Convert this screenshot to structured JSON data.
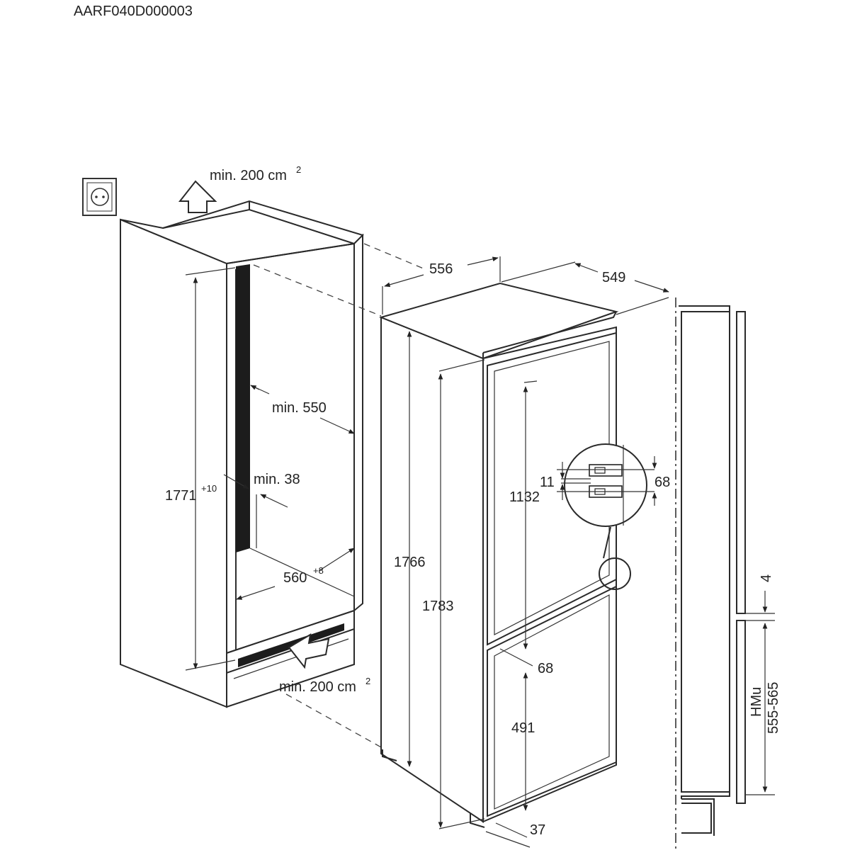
{
  "header": {
    "code": "AARF040D000003"
  },
  "labels": {
    "vent_top": "min. 200 cm",
    "vent_top_sup": "2",
    "vent_bottom": "min. 200 cm",
    "vent_bottom_sup": "2",
    "niche_height": "1771",
    "niche_height_tol": "+10",
    "niche_depth": "min. 550",
    "side_gap": "min. 38",
    "niche_width": "560",
    "niche_width_tol": "+8",
    "appliance_width": "556",
    "appliance_depth": "549",
    "appliance_height_inner": "1766",
    "appliance_height_outer": "1783",
    "upper_door": "1132",
    "hinge_gap": "11",
    "hinge_spacing": "68",
    "door_gap": "68",
    "lower_door": "491",
    "bottom_offset": "37",
    "gap_small": "4",
    "hmu_label": "HMu",
    "hmu_range": "555-565"
  },
  "icons": [
    "power-socket-icon",
    "vent-arrow-up-icon",
    "vent-arrow-in-icon"
  ]
}
